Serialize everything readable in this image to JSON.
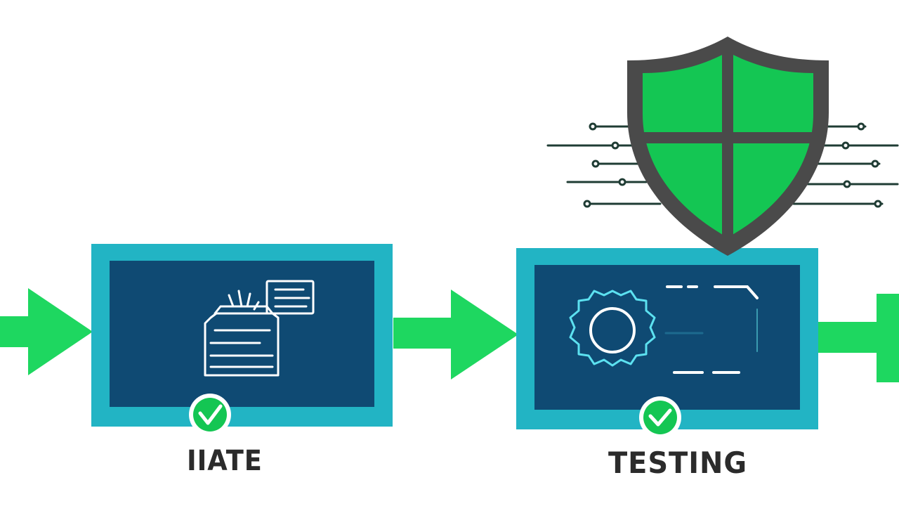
{
  "stages": [
    {
      "label": "IIATE",
      "icon": "printer-icon",
      "status": "check"
    },
    {
      "label": "TESTING",
      "icon": "gear-icon",
      "status": "check"
    }
  ],
  "security_icon": "shield-icon",
  "colors": {
    "arrow": "#1ed760",
    "box_border": "#22b4c4",
    "box_fill": "#0f4a73",
    "shield_fill": "#14c653",
    "shield_outline": "#4a4a4a",
    "icon_line": "#ffffff",
    "gear_glow": "#5ce1f0",
    "text": "#2b2b2b"
  }
}
